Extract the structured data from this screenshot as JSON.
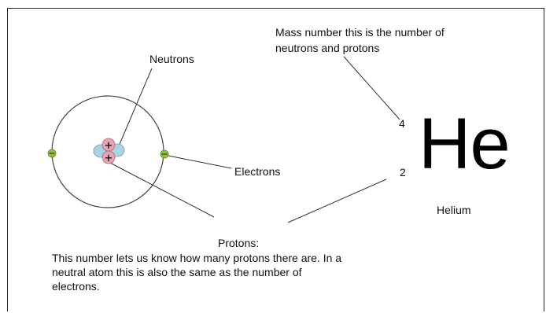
{
  "mass_caption": [
    "Mass number this is the number of",
    "neutrons and protons"
  ],
  "neutrons_label": "Neutrons",
  "electrons_label": "Electrons",
  "mass_number": "4",
  "atomic_number": "2",
  "symbol": "He",
  "element_name": "Helium",
  "protons_title": "Protons:",
  "protons_desc": [
    "This number lets us know how many protons there are. In a",
    "neutral atom this is also the same as the number of",
    "electrons."
  ],
  "proton_sign": "+",
  "electron_sign": "−",
  "colors": {
    "proton": "#e8a3b5",
    "neutron": "#a9d4e6",
    "electron": "#8fbf3f",
    "line": "#333333"
  }
}
